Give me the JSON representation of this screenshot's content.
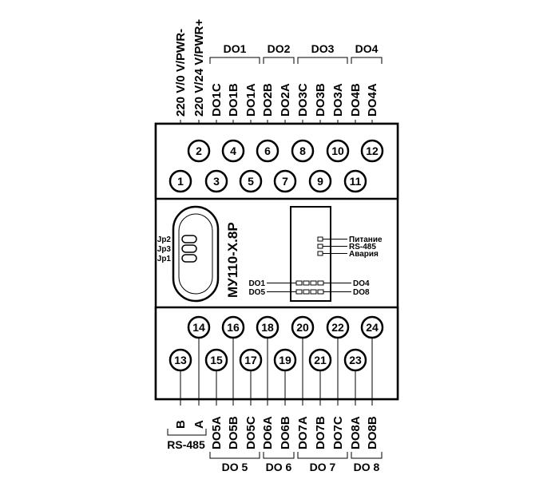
{
  "device": {
    "model": "МУ110-Х.8Р",
    "jumpers": [
      "Jp2",
      "Jp3",
      "Jp1"
    ],
    "leds": {
      "status": [
        "Питание",
        "RS-485",
        "Авария"
      ],
      "row1_left": "DO1",
      "row1_right": "DO4",
      "row2_left": "DO5",
      "row2_right": "DO8"
    }
  },
  "top": {
    "back_row_numbers": [
      "2",
      "4",
      "6",
      "8",
      "10",
      "12"
    ],
    "front_row_numbers": [
      "1",
      "3",
      "5",
      "7",
      "9",
      "11"
    ],
    "pin_labels": [
      "220 V/0 V/PWR-",
      "220 V/24 V/PWR+",
      "DO1C",
      "DO1B",
      "DO1A",
      "DO2B",
      "DO2A",
      "DO3C",
      "DO3B",
      "DO3A",
      "DO4B",
      "DO4A"
    ],
    "groups": [
      "DO1",
      "DO2",
      "DO3",
      "DO4"
    ]
  },
  "bottom": {
    "back_row_numbers": [
      "14",
      "16",
      "18",
      "20",
      "22",
      "24"
    ],
    "front_row_numbers": [
      "13",
      "15",
      "17",
      "19",
      "21",
      "23"
    ],
    "pin_labels": [
      "B",
      "A",
      "DO5A",
      "DO5B",
      "DO5C",
      "DO6A",
      "DO6B",
      "DO7A",
      "DO7B",
      "DO7C",
      "DO8A",
      "DO8B"
    ],
    "groups": [
      "RS-485",
      "DO 5",
      "DO 6",
      "DO 7",
      "DO 8"
    ]
  }
}
